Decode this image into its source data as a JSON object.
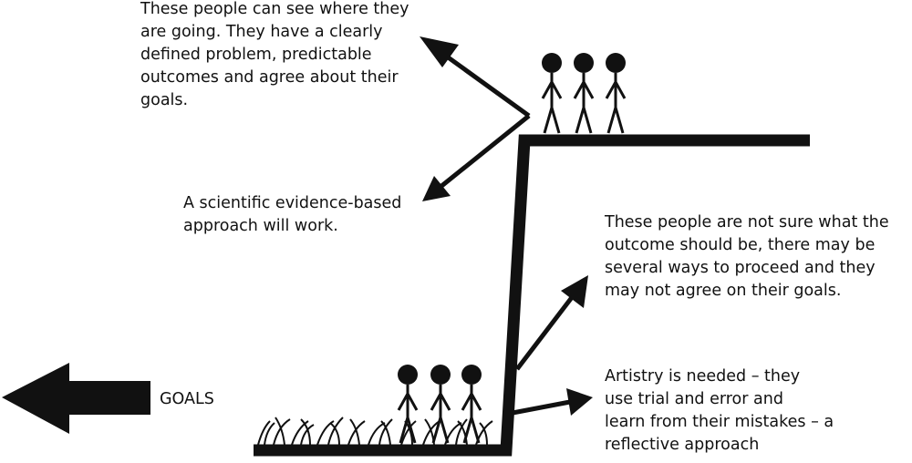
{
  "text": {
    "top": [
      "These people can see where they",
      "are going. They have a clearly",
      "defined problem, predictable",
      "outcomes and agree about their",
      "goals."
    ],
    "scientific": [
      "A scientific evidence-based",
      "approach will work."
    ],
    "middle": [
      "These people are not sure what the",
      "outcome should be, there may be",
      "several ways to proceed and they",
      "may not agree on their goals."
    ],
    "bottom": [
      "Artistry is needed – they",
      "use trial and error and",
      "learn from their mistakes – a",
      "reflective approach"
    ]
  },
  "goals_label": "GOALS",
  "colors": {
    "ink": "#111111",
    "background": "#ffffff"
  }
}
